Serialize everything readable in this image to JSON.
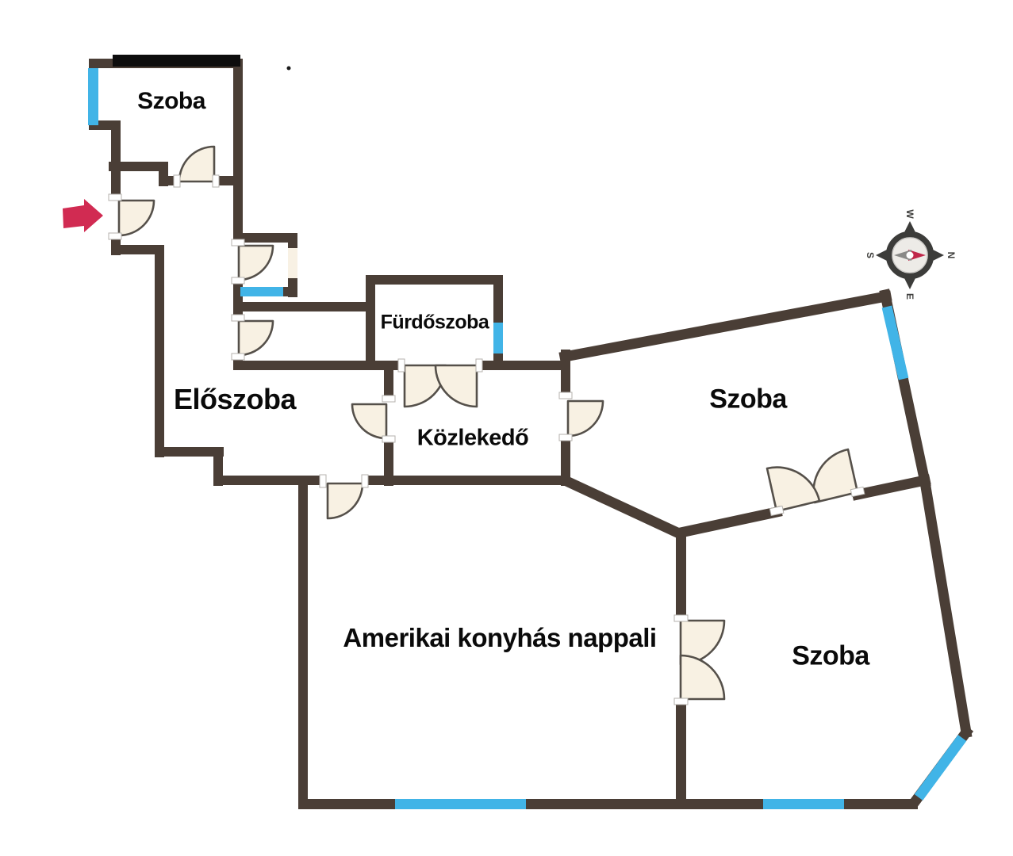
{
  "page": {
    "type": "apartment-floor-plan",
    "background": "#ffffff"
  },
  "rooms": {
    "szoba_top_left": {
      "label": "Szoba"
    },
    "furdoszoba": {
      "label": "Fürdőszoba"
    },
    "eloszoba": {
      "label": "Előszoba"
    },
    "kozlekedo": {
      "label": "Közlekedő"
    },
    "szoba_top_right": {
      "label": "Szoba"
    },
    "nappali": {
      "label": "Amerikai konyhás nappali"
    },
    "szoba_bottom_right": {
      "label": "Szoba"
    }
  },
  "compass": {
    "north": "N",
    "east": "E",
    "south": "S",
    "west": "W"
  },
  "colors": {
    "wall": "#4a3e36",
    "window": "#41b4e7",
    "door_fill": "#f8f1e3",
    "door_stroke": "#55504a",
    "party_wall": "#0d0d0d",
    "entrance_arrow": "#d12b52",
    "label": "#0a0a0a"
  },
  "icons": {
    "entrance_arrow": "entrance-arrow",
    "compass": "compass-rose"
  }
}
